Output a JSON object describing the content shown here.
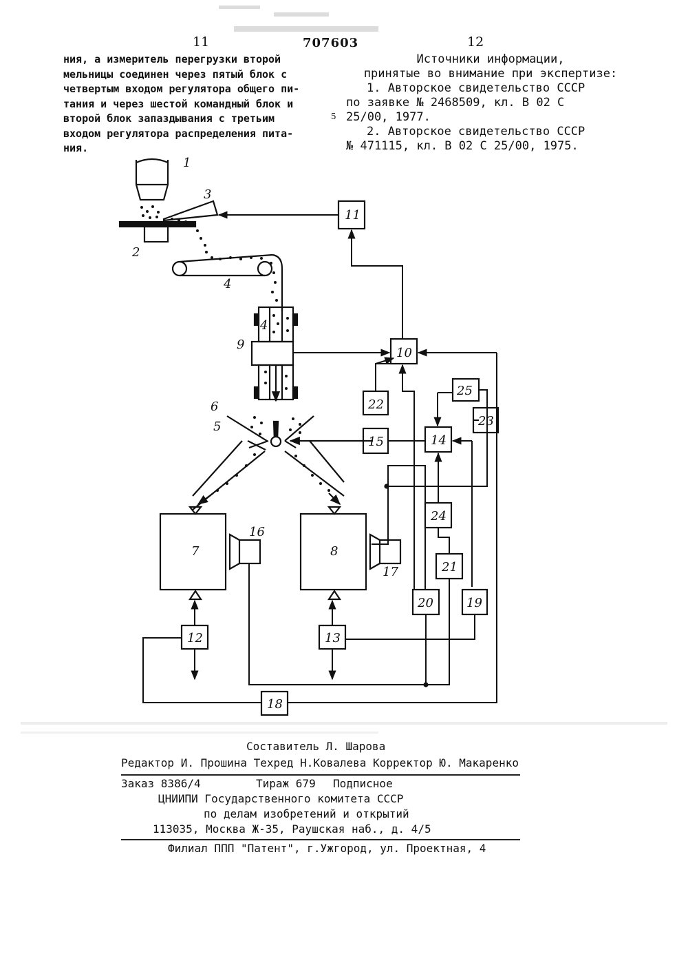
{
  "header": {
    "page_left": "11",
    "page_right": "12",
    "patent_number": "707603"
  },
  "left_text": [
    "ния, а измеритель перегрузки второй",
    "мельницы соединен через пятый блок с",
    "четвертым входом регулятора общего пи-",
    "тания и через шестой командный блок и",
    "второй блок запаздывания с третьим",
    "входом регулятора распределения пита-",
    "ния."
  ],
  "line_number": "5",
  "right_text": {
    "heading": "Источники информации,",
    "subheading": "принятые во внимание при экспертизе:",
    "refs": [
      "1. Авторское свидетельство СССР",
      "по заявке № 2468509, кл. В 02 С",
      "25/00, 1977.",
      "2. Авторское свидетельство СССР",
      "№ 471115, кл. В 02 С 25/00, 1975."
    ]
  },
  "diagram": {
    "labels": {
      "l1": "1",
      "l2": "2",
      "l3": "3",
      "l4a": "4",
      "l4b": "4",
      "l5": "5",
      "l6": "6",
      "l7": "7",
      "l8": "8",
      "l9": "9",
      "l10": "10",
      "l11": "11",
      "l12": "12",
      "l13": "13",
      "l14": "14",
      "l15": "15",
      "l16": "16",
      "l17": "17",
      "l18": "18",
      "l19": "19",
      "l20": "20",
      "l21": "21",
      "l22": "22",
      "l23": "23",
      "l24": "24",
      "l25": "25"
    }
  },
  "imprint": {
    "compiler": "Составитель Л. Шарова",
    "editors": "Редактор И. Прошина Техред Н.Ковалева Корректор Ю. Макаренко",
    "order": "Заказ 8386/4",
    "circulation": "Тираж 679",
    "subscription": "Подписное",
    "org1": "ЦНИИПИ Государственного комитета СССР",
    "org2": "по делам изобретений и открытий",
    "address": "113035, Москва Ж-35, Раушская наб., д. 4/5",
    "branch": "Филиал ППП \"Патент\", г.Ужгород, ул. Проектная, 4"
  }
}
